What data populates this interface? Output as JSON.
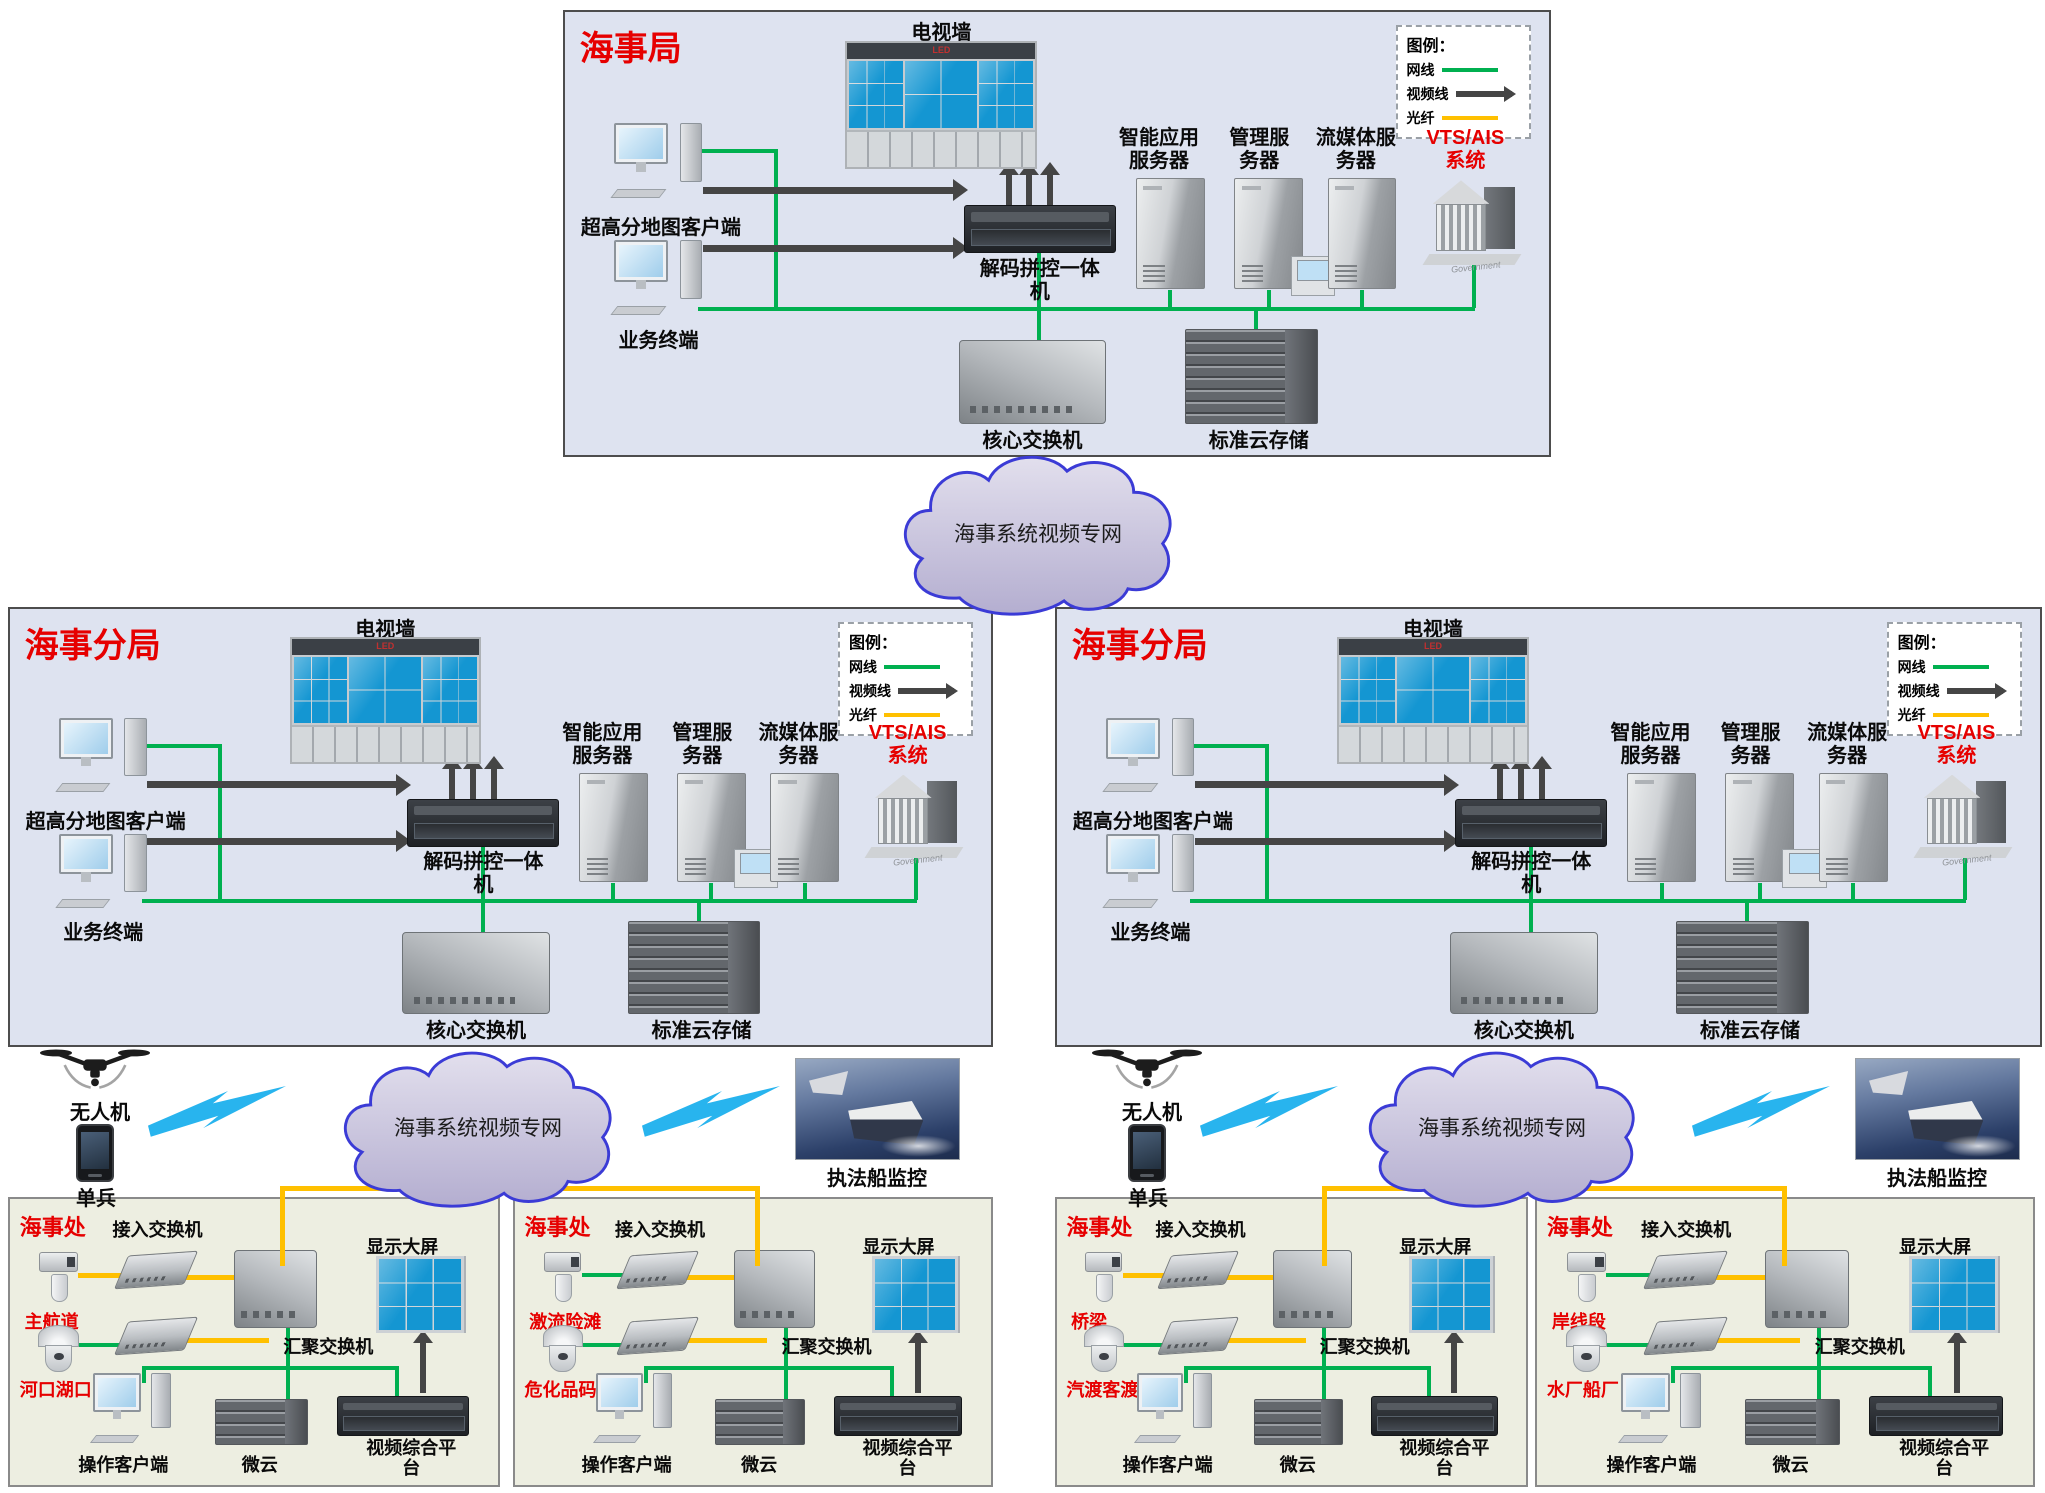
{
  "colors": {
    "network_line_green": "#00B050",
    "fiber_line_yellow": "#FFC000",
    "video_line_dark": "#454545",
    "title_red": "#E60000",
    "cloud_border_blue": "#3B3BD6",
    "screen_blue": "#1496D2"
  },
  "legend": {
    "title": "图例：",
    "network": "网线",
    "video": "视频线",
    "fiber": "光纤"
  },
  "network_cloud": {
    "label": "海事系统视频专网"
  },
  "bureaus": [
    {
      "title": "海事局"
    },
    {
      "title": "海事分局"
    },
    {
      "title": "海事分局"
    }
  ],
  "bureau_shared": {
    "tv_wall": "电视墙",
    "led": "LED",
    "map_client": "超高分地图客户端",
    "terminal": "业务终端",
    "decoder": "解码拼控一体机",
    "app_server": "智能应用服务器",
    "mgmt_server": "管理服务器",
    "media_server": "流媒体服务器",
    "vts_line1": "VTS/AIS",
    "vts_line2": "系统",
    "vts_caption": "Government",
    "core_switch": "核心交换机",
    "cloud_storage": "标准云存储"
  },
  "field": {
    "drone": "无人机",
    "soldier": "单兵",
    "patrol_boat": "执法船监控"
  },
  "office_shared": {
    "access_switch": "接入交换机",
    "agg_switch": "汇聚交换机",
    "display": "显示大屏",
    "client": "操作客户端",
    "micro_cloud": "微云",
    "platform": "视频综合平台"
  },
  "offices": [
    {
      "title": "海事处",
      "cam1": "主航道",
      "cam2": "河口湖口"
    },
    {
      "title": "海事处",
      "cam1": "激流险滩",
      "cam2": "危化品码头"
    },
    {
      "title": "海事处",
      "cam1": "桥梁",
      "cam2": "汽渡客渡"
    },
    {
      "title": "海事处",
      "cam1": "岸线段",
      "cam2": "水厂船厂"
    }
  ]
}
